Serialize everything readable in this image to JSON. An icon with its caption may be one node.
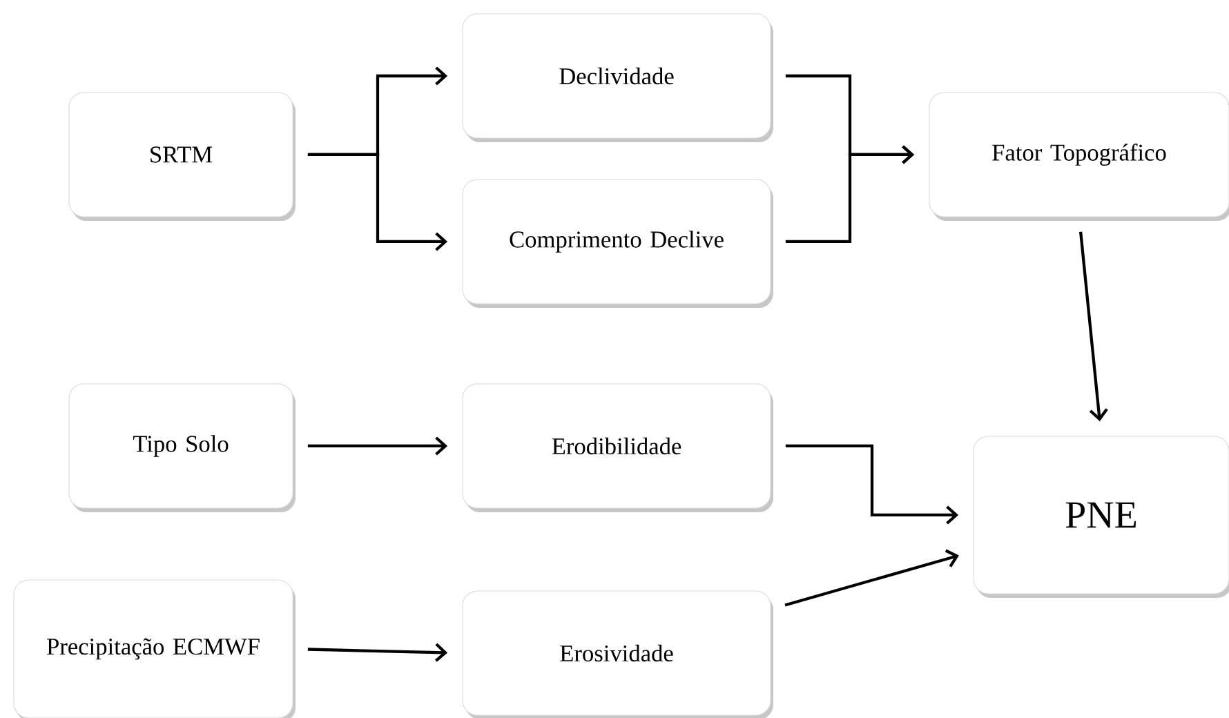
{
  "diagram": {
    "nodes": [
      {
        "text": [
          "SRTM"
        ]
      },
      {
        "text": [
          "Declividade"
        ]
      },
      {
        "text": [
          "Comprimento Declive"
        ]
      },
      {
        "text": [
          "Fator Topográfico"
        ]
      },
      {
        "text": [
          "Tipo Solo"
        ]
      },
      {
        "text": [
          "Erodibilidade"
        ]
      },
      {
        "text": [
          "PNE"
        ]
      },
      {
        "text": [
          "Precipitação ECMWF"
        ]
      },
      {
        "text": [
          "Erosividade"
        ]
      }
    ],
    "edges": [
      {
        "from": 0,
        "to": 1,
        "arrow": "to"
      },
      {
        "from": 0,
        "to": 2,
        "arrow": "to"
      },
      {
        "from": 1,
        "to": 3,
        "arrow": "to"
      },
      {
        "from": 2,
        "to": 3,
        "arrow": "to"
      },
      {
        "from": 3,
        "to": 6,
        "arrow": "to"
      },
      {
        "from": 4,
        "to": 5,
        "arrow": "to"
      },
      {
        "from": 5,
        "to": 6,
        "arrow": "to"
      },
      {
        "from": 7,
        "to": 8,
        "arrow": "to"
      },
      {
        "from": 8,
        "to": 6,
        "arrow": "to"
      }
    ]
  }
}
